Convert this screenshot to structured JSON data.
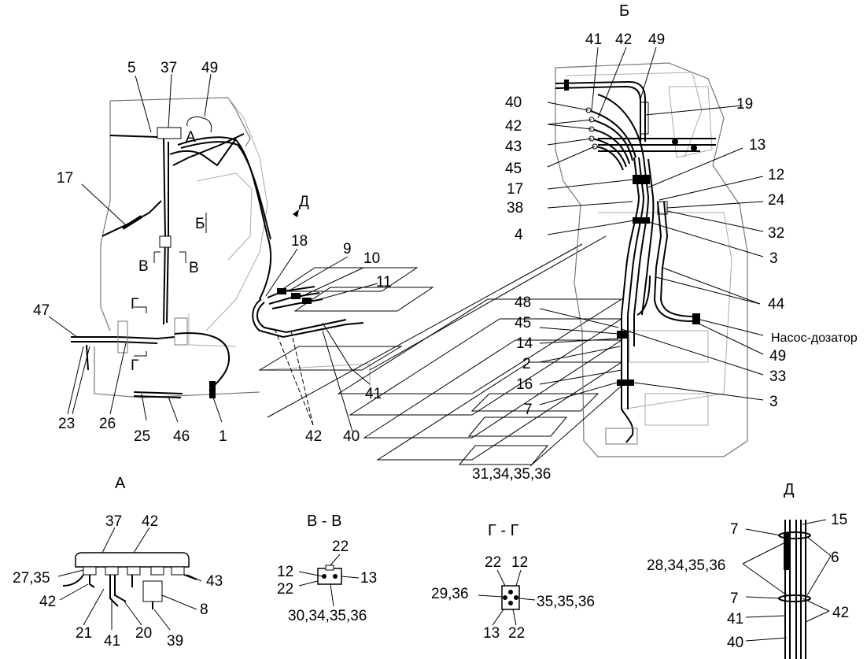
{
  "main_view": {
    "labels": {
      "l5": "5",
      "l37": "37",
      "l49": "49",
      "l17": "17",
      "lA": "А",
      "lB_mark": "Б",
      "lD": "Д",
      "lV1": "В",
      "lV2": "В",
      "lG1": "Г",
      "lG2": "Г",
      "l47": "47",
      "l23": "23",
      "l26": "26",
      "l25": "25",
      "l46": "46",
      "l1": "1",
      "l18": "18",
      "l9": "9",
      "l10": "10",
      "l11": "11",
      "l41": "41",
      "l42": "42",
      "l40": "40"
    }
  },
  "view_b": {
    "title": "Б",
    "labels": {
      "t41": "41",
      "t42": "42",
      "t49": "49",
      "l40": "40",
      "l42": "42",
      "l43": "43",
      "l45": "45",
      "l17": "17",
      "l38": "38",
      "l4": "4",
      "l48": "48",
      "l45b": "45",
      "l14": "14",
      "l2": "2",
      "l16": "16",
      "l7": "7",
      "r19": "19",
      "r13": "13",
      "r12": "12",
      "r24": "24",
      "r32": "32",
      "r3": "3",
      "r44": "44",
      "pump": "Насос-дозатор",
      "r49": "49",
      "r33": "33",
      "r3b": "3",
      "bottom": "31,34,35,36"
    }
  },
  "view_a": {
    "title": "А",
    "labels": {
      "l37": "37",
      "l42t": "42",
      "l2735": "27,35",
      "l42": "42",
      "l43": "43",
      "l8": "8",
      "l21": "21",
      "l41": "41",
      "l20": "20",
      "l39": "39"
    }
  },
  "view_vv": {
    "title": "В - В",
    "labels": {
      "l22t": "22",
      "l12": "12",
      "l22": "22",
      "l13": "13",
      "bottom": "30,34,35,36"
    }
  },
  "view_gg": {
    "title": "Г - Г",
    "labels": {
      "l22": "22",
      "l12": "12",
      "l2936": "29,36",
      "l353536": "35,35,36",
      "l13": "13",
      "l22b": "22"
    }
  },
  "view_d": {
    "title": "Д",
    "labels": {
      "l7t": "7",
      "l15": "15",
      "l28": "28,34,35,36",
      "l6": "6",
      "l7b": "7",
      "l42": "42",
      "l41": "41",
      "l40": "40"
    }
  }
}
